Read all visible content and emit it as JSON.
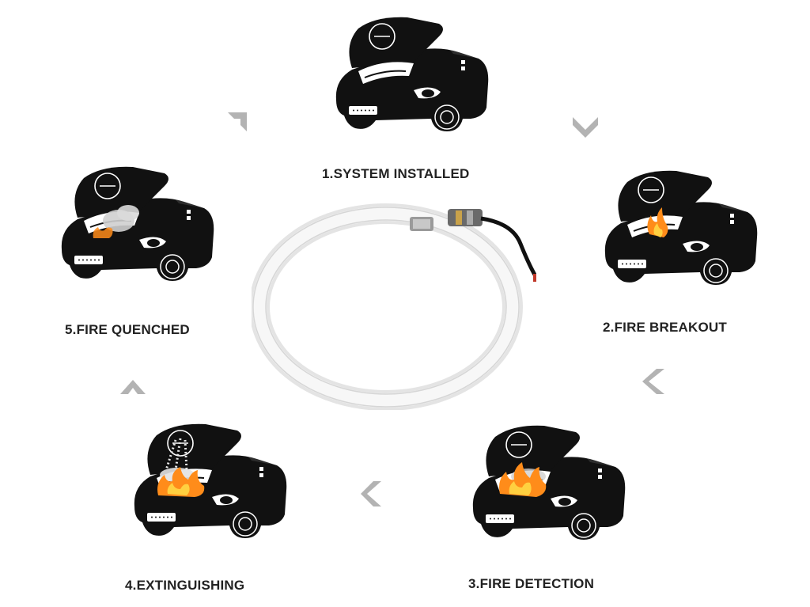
{
  "steps": [
    {
      "label": "1.SYSTEM INSTALLED"
    },
    {
      "label": "2.FIRE BREAKOUT"
    },
    {
      "label": "3.FIRE DETECTION"
    },
    {
      "label": "4.EXTINGUISHING"
    },
    {
      "label": "5.FIRE QUENCHED"
    }
  ],
  "colors": {
    "car": "#111111",
    "flame": "#ff8c1a",
    "flame_core": "#ffd040",
    "smoke": "#cfcfcf",
    "arrow": "#b3b3b3",
    "tube": "#f2f2f2"
  }
}
